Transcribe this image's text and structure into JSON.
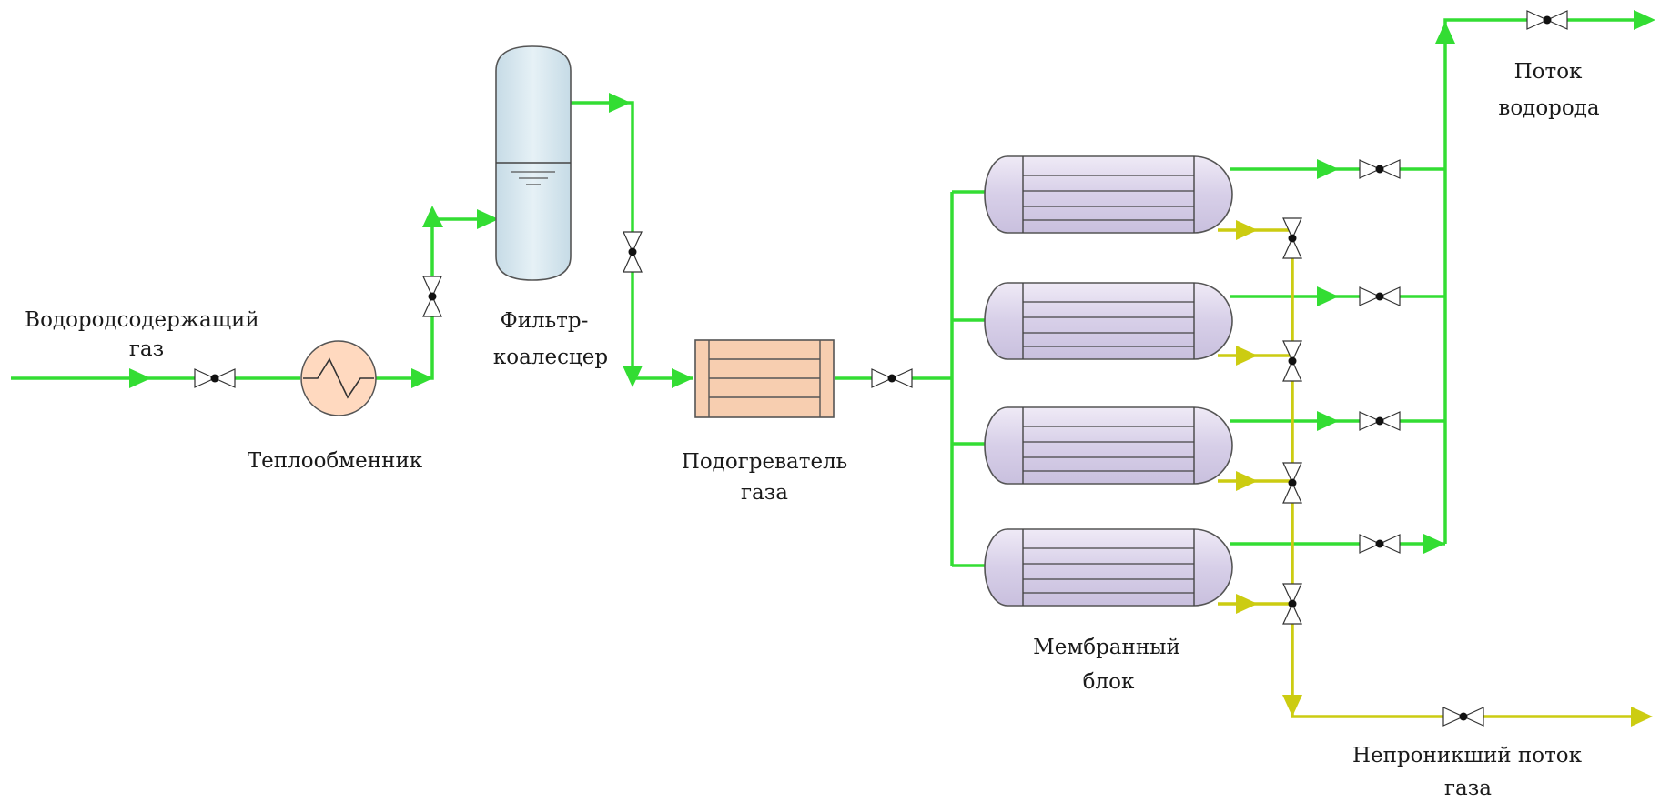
{
  "diagram": {
    "labels": {
      "feed_gas": [
        "Водородсодержащий",
        "газ"
      ],
      "heat_exchanger": [
        "Теплообменник"
      ],
      "filter": [
        "Фильтр-",
        "коалесцер"
      ],
      "heater": [
        "Подогреватель",
        "газа"
      ],
      "membrane": [
        "Мембранный",
        "блок"
      ],
      "hydrogen": [
        "Поток",
        "водорода"
      ],
      "retentate": [
        "Непроникший поток",
        "газа"
      ]
    },
    "colors": {
      "hydrogen_line": "#33dd33",
      "retentate_line": "#cccc11",
      "heat_exchanger_fill": "#ffd9bf",
      "filter_fill": "#d8e8f0",
      "heater_fill": "#f7ceb0",
      "membrane_fill": "#dcd3ec"
    },
    "icons": [
      "heat-exchanger-icon",
      "filter-coalescer-icon",
      "gas-heater-icon",
      "membrane-module-icon",
      "valve-icon",
      "flow-arrow-icon"
    ]
  }
}
